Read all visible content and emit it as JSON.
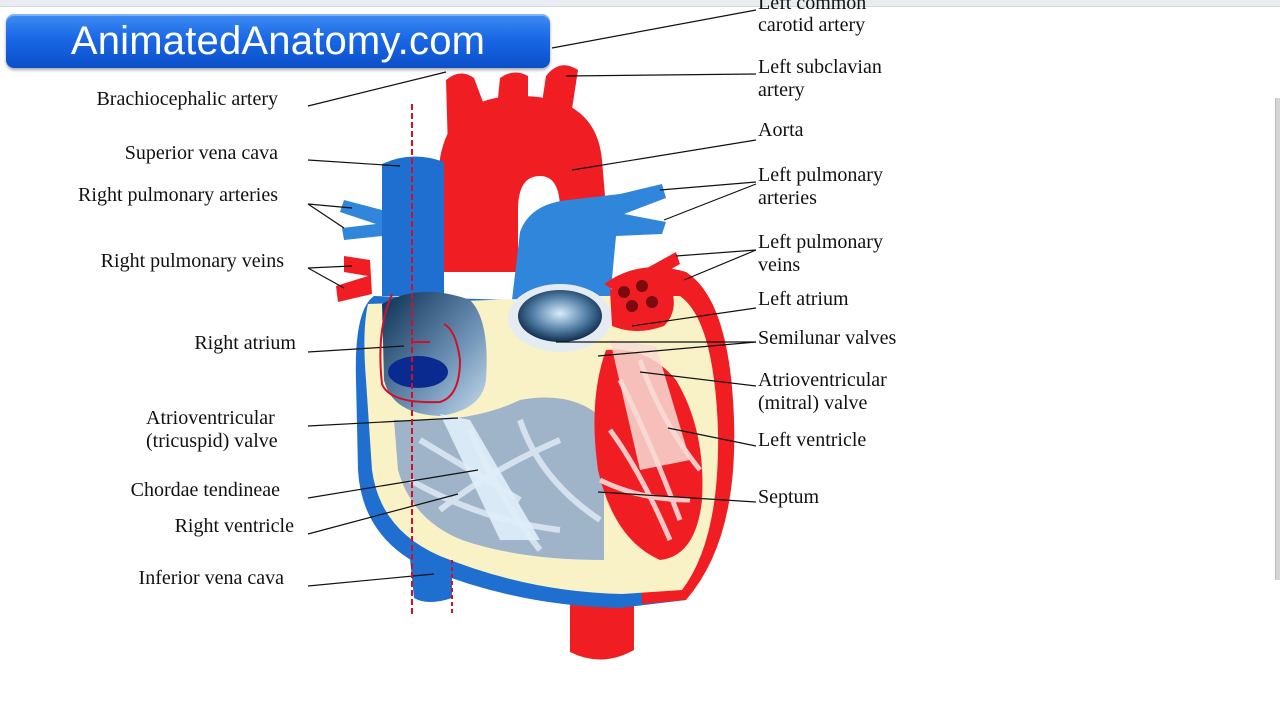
{
  "brand": {
    "site": "AnimatedAnatomy.com"
  },
  "labels_left": {
    "brachiocephalic": "Brachiocephalic artery",
    "svc": "Superior vena cava",
    "rpa": "Right pulmonary arteries",
    "rpv": "Right pulmonary veins",
    "ra": "Right atrium",
    "tricuspid_1": "Atrioventricular",
    "tricuspid_2": "(tricuspid) valve",
    "chordae": "Chordae tendineae",
    "rv": "Right ventricle",
    "ivc": "Inferior vena cava"
  },
  "labels_right": {
    "lcca_1": "Left common",
    "lcca_2": "carotid artery",
    "lsa_1": "Left subclavian",
    "lsa_2": "artery",
    "aorta": "Aorta",
    "lpa_1": "Left pulmonary",
    "lpa_2": "arteries",
    "lpv_1": "Left pulmonary",
    "lpv_2": "veins",
    "la": "Left atrium",
    "semilunar": "Semilunar valves",
    "mitral_1": "Atrioventricular",
    "mitral_2": "(mitral) valve",
    "lv": "Left ventricle",
    "septum": "Septum"
  },
  "colors": {
    "oxygenated": "#f01e23",
    "deoxygenated": "#1f6fd0",
    "wall": "#f9f2c6",
    "chamber": "#9fb4c8"
  }
}
